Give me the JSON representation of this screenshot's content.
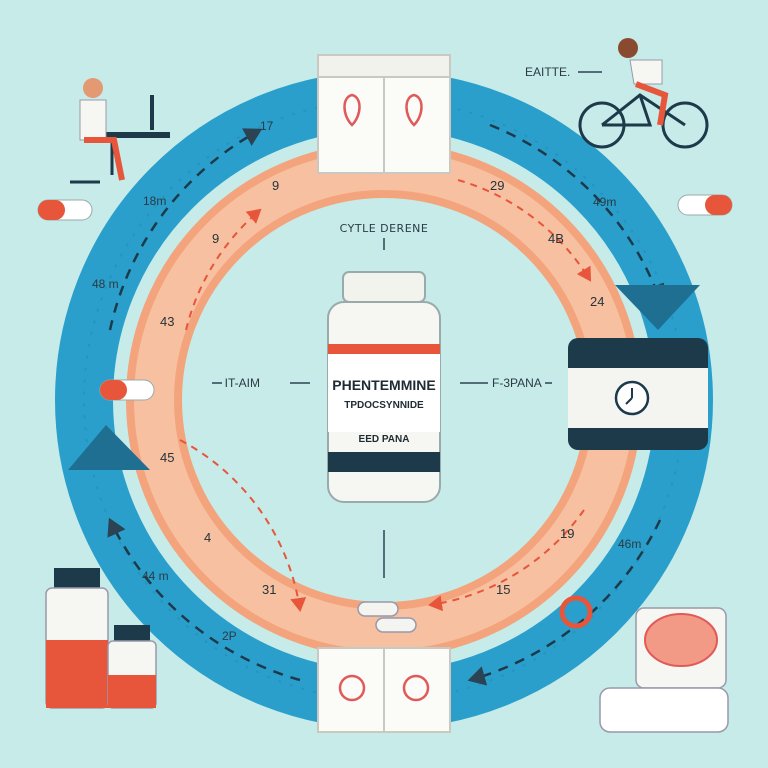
{
  "center": {
    "title": "CYTLE DERENE",
    "left_label": "IT-AIM",
    "right_label": "F-3PANA"
  },
  "jar": {
    "line1": "PHENTEMMINE",
    "line2": "TPDOCSYNNIDE",
    "line3": "EED PANA"
  },
  "corner": {
    "top_right": "EAITTE."
  },
  "outer_labels": {
    "l1": "17",
    "l2": "18m",
    "l3": "48 m",
    "l4": "44 m",
    "l5": "2P",
    "r1": "49m",
    "r2": "46m"
  },
  "inner_labels": {
    "a": "9",
    "b": "9",
    "c": "43",
    "d": "45",
    "e": "4",
    "f": "31",
    "g": "15",
    "h": "19",
    "i": "29",
    "j": "4B",
    "k": "24"
  },
  "colors": {
    "background": "#c6ebe9",
    "outer_ring": "#2a9fcb",
    "inner_ring": "#f5b089",
    "accent": "#e7553a",
    "dark": "#1d3a4a"
  },
  "icons": {
    "person_desk": "person-at-computer-icon",
    "cyclist": "cyclist-icon",
    "pill": "capsule-pill-icon",
    "bottles": "medicine-bottles-icon",
    "brain": "brain-container-icon",
    "clock": "clock-icon"
  }
}
